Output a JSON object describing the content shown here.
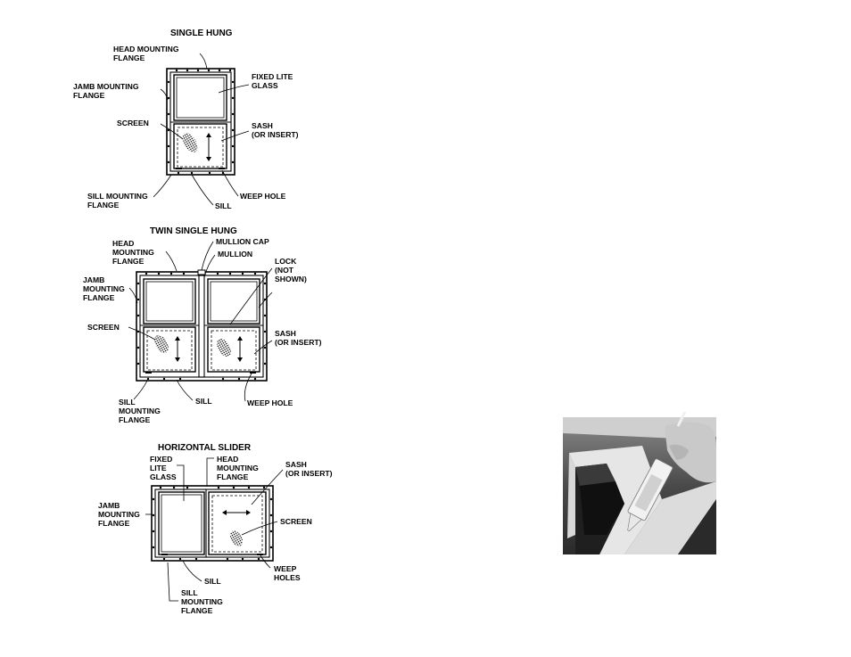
{
  "single_hung": {
    "title": "SINGLE HUNG",
    "head_flange": [
      "HEAD MOUNTING",
      "FLANGE"
    ],
    "jamb_flange": [
      "JAMB MOUNTING",
      "FLANGE"
    ],
    "fixed_lite": [
      "FIXED LITE",
      "GLASS"
    ],
    "screen": "SCREEN",
    "sash": [
      "SASH",
      "(OR INSERT)"
    ],
    "sill_flange": [
      "SILL MOUNTING",
      "FLANGE"
    ],
    "sill": "SILL",
    "weep_hole": "WEEP HOLE"
  },
  "twin_single_hung": {
    "title": "TWIN SINGLE HUNG",
    "head_flange": [
      "HEAD",
      "MOUNTING",
      "FLANGE"
    ],
    "mullion_cap": "MULLION CAP",
    "mullion": "MULLION",
    "lock": [
      "LOCK",
      "(NOT",
      "SHOWN)"
    ],
    "jamb_flange": [
      "JAMB",
      "MOUNTING",
      "FLANGE"
    ],
    "screen": "SCREEN",
    "sash": [
      "SASH",
      "(OR INSERT)"
    ],
    "sill_flange": [
      "SILL",
      "MOUNTING",
      "FLANGE"
    ],
    "sill": "SILL",
    "weep_hole": "WEEP HOLE"
  },
  "horizontal_slider": {
    "title": "HORIZONTAL SLIDER",
    "fixed_lite": [
      "FIXED",
      "LITE",
      "GLASS"
    ],
    "head_flange": [
      "HEAD",
      "MOUNTING",
      "FLANGE"
    ],
    "sash": [
      "SASH",
      "(OR INSERT)"
    ],
    "jamb_flange": [
      "JAMB",
      "MOUNTING",
      "FLANGE"
    ],
    "screen": "SCREEN",
    "weep_holes": [
      "WEEP",
      "HOLES"
    ],
    "sill": "SILL",
    "sill_flange": [
      "SILL",
      "MOUNTING",
      "FLANGE"
    ]
  }
}
